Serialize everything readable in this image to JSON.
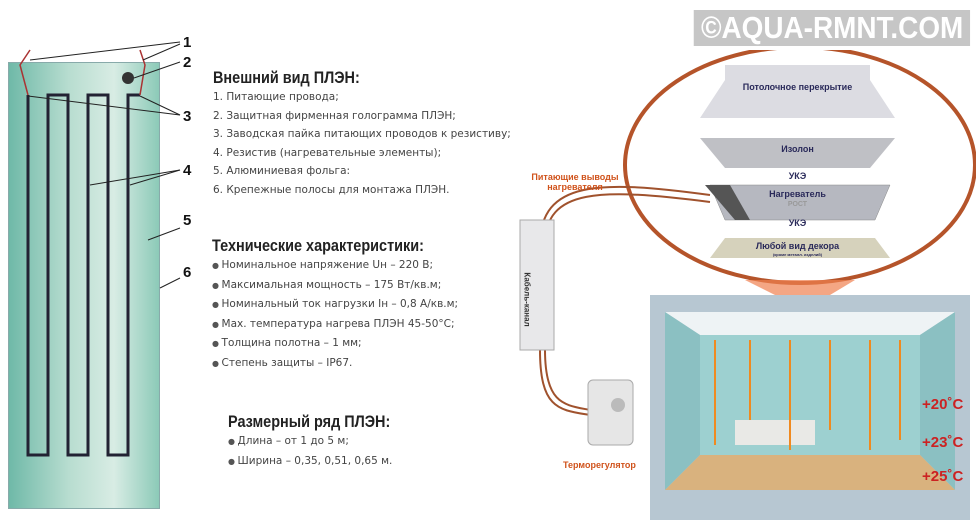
{
  "watermark": "©AQUA-RMNT.COM",
  "film_callouts": [
    "1",
    "2",
    "3",
    "4",
    "5",
    "6"
  ],
  "appearance": {
    "title": "Внешний вид ПЛЭН:",
    "items": [
      "1. Питающие провода;",
      "2. Защитная фирменная голограмма ПЛЭН;",
      "3. Заводская пайка питающих проводов к резистиву;",
      "4. Резистив (нагревательные элементы);",
      "5. Алюминиевая фольга:",
      "6. Крепежные полосы для монтажа ПЛЭН."
    ]
  },
  "specs": {
    "title": "Технические характеристики:",
    "items": [
      "Номинальное напряжение Uн – 220 В;",
      "Максимальная мощность – 175 Вт/кв.м;",
      "Номинальный ток нагрузки Iн – 0,8 А/кв.м;",
      "Мах. температура нагрева ПЛЭН 45-50°С;",
      "Толщина полотна – 1 мм;",
      "Степень защиты – IP67."
    ]
  },
  "sizes": {
    "title": "Размерный ряд ПЛЭН:",
    "items": [
      "Длина – от 1 до 5 м;",
      "Ширина – 0,35, 0,51, 0,65 м."
    ]
  },
  "layers": {
    "ceiling": "Потолочное перекрытие",
    "izolon": "Изолон",
    "uke1": "УКЭ",
    "heater": "Нагреватель",
    "heater_brand": "РОСТ",
    "uke2": "УКЭ",
    "decor": "Любой вид декора",
    "decor_sub": "(кроме металл. изделий)"
  },
  "labels": {
    "supply_leads": "Питающие выводы нагревателя",
    "cable_channel": "Кабель-канал",
    "thermostat": "Терморегулятор"
  },
  "temperatures": [
    "+20˚C",
    "+23˚C",
    "+25˚C"
  ],
  "colors": {
    "accent": "#d0531c",
    "wire": "#a0522d",
    "temp": "#cc2222"
  }
}
